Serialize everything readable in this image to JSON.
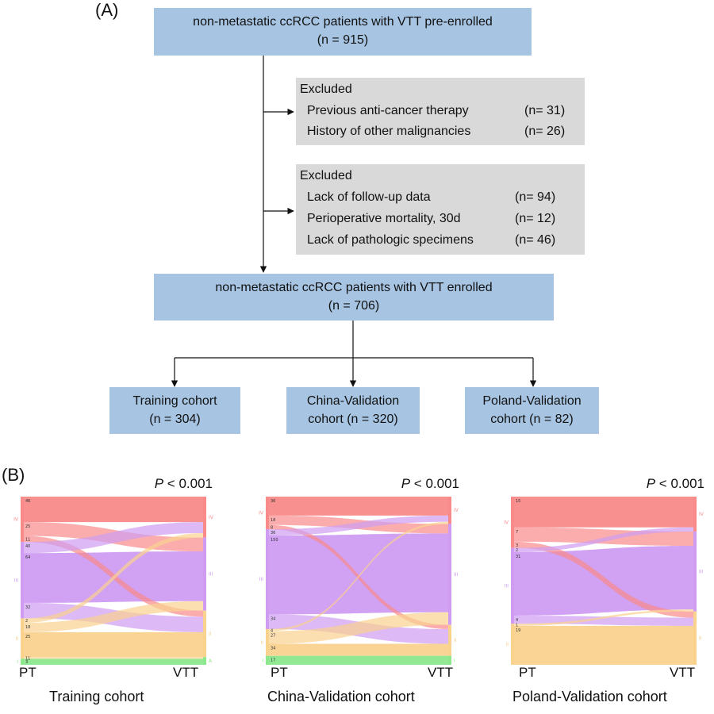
{
  "panel_a": {
    "label": "(A)",
    "top_box": {
      "line1": "non-metastatic ccRCC patients with VTT pre-enrolled",
      "line2": "(n = 915)"
    },
    "excluded1": {
      "title": "Excluded",
      "items": [
        {
          "label": "Previous anti-cancer therapy",
          "count": "(n= 31)"
        },
        {
          "label": "History of other malignancies",
          "count": "(n= 26)"
        }
      ]
    },
    "excluded2": {
      "title": "Excluded",
      "items": [
        {
          "label": "Lack of follow-up data",
          "count": "(n= 94)"
        },
        {
          "label": "Perioperative mortality, 30d",
          "count": "(n= 12)"
        },
        {
          "label": "Lack of pathologic specimens",
          "count": "(n= 46)"
        }
      ]
    },
    "mid_box": {
      "line1": "non-metastatic ccRCC patients with VTT enrolled",
      "line2": "(n = 706)"
    },
    "cohorts": [
      {
        "line1": "Training cohort",
        "line2": "(n = 304)"
      },
      {
        "line1": "China-Validation",
        "line2": "cohort (n = 320)"
      },
      {
        "line1": "Poland-Validation",
        "line2": "cohort (n = 82)"
      }
    ]
  },
  "panel_b": {
    "label": "(B)",
    "p_prefix": "P",
    "p_suffix": " < 0.001",
    "axis_left": "PT",
    "axis_right": "VTT",
    "colors": {
      "IV": "#f98a8a",
      "III": "#cf9cf2",
      "II": "#f9d28e",
      "I": "#8de88d"
    },
    "sankeys": [
      {
        "title": "Training cohort",
        "left_label_values": [
          "46",
          "25",
          "11",
          "40",
          "64",
          "32",
          "2",
          "18",
          "25",
          "11",
          "3"
        ],
        "left": [
          {
            "g": "IV",
            "v": 82
          },
          {
            "g": "III",
            "v": 138
          },
          {
            "g": "II",
            "v": 73
          },
          {
            "g": "I",
            "v": 11
          }
        ],
        "right": [
          {
            "g": "IV",
            "v": 74
          },
          {
            "g": "III",
            "v": 132
          },
          {
            "g": "II",
            "v": 84
          },
          {
            "g": "I",
            "v": 14
          }
        ],
        "right_labels": [
          "IV",
          "III",
          "II",
          "A"
        ],
        "flows": [
          {
            "s": "IV",
            "t": "IV",
            "v": 46
          },
          {
            "s": "IV",
            "t": "III",
            "v": 25
          },
          {
            "s": "IV",
            "t": "II",
            "v": 11
          },
          {
            "s": "III",
            "t": "IV",
            "v": 20
          },
          {
            "s": "III",
            "t": "III",
            "v": 90
          },
          {
            "s": "III",
            "t": "II",
            "v": 28
          },
          {
            "s": "II",
            "t": "IV",
            "v": 8
          },
          {
            "s": "II",
            "t": "III",
            "v": 17
          },
          {
            "s": "II",
            "t": "II",
            "v": 45
          },
          {
            "s": "II",
            "t": "I",
            "v": 3
          },
          {
            "s": "I",
            "t": "I",
            "v": 11
          }
        ]
      },
      {
        "title": "China-Validation cohort",
        "left_label_values": [
          "36",
          "18",
          "8",
          "36",
          "150",
          "34",
          "4",
          "27",
          "34",
          "17"
        ],
        "left": [
          {
            "g": "IV",
            "v": 62
          },
          {
            "g": "III",
            "v": 190
          },
          {
            "g": "II",
            "v": 51
          },
          {
            "g": "I",
            "v": 17
          }
        ],
        "right": [
          {
            "g": "IV",
            "v": 52
          },
          {
            "g": "III",
            "v": 192
          },
          {
            "g": "II",
            "v": 59
          },
          {
            "g": "I",
            "v": 17
          }
        ],
        "right_labels": [
          "IV",
          "III",
          "II",
          "I"
        ],
        "flows": [
          {
            "s": "IV",
            "t": "IV",
            "v": 36
          },
          {
            "s": "IV",
            "t": "III",
            "v": 18
          },
          {
            "s": "IV",
            "t": "II",
            "v": 8
          },
          {
            "s": "III",
            "t": "IV",
            "v": 12
          },
          {
            "s": "III",
            "t": "III",
            "v": 150
          },
          {
            "s": "III",
            "t": "II",
            "v": 28
          },
          {
            "s": "II",
            "t": "IV",
            "v": 4
          },
          {
            "s": "II",
            "t": "III",
            "v": 24
          },
          {
            "s": "II",
            "t": "II",
            "v": 23
          },
          {
            "s": "I",
            "t": "I",
            "v": 17
          }
        ]
      },
      {
        "title": "Poland-Validation cohort",
        "left_label_values": [
          "15",
          "7",
          "3",
          "2",
          "31",
          "4",
          "1",
          "19"
        ],
        "left": [
          {
            "g": "IV",
            "v": 25
          },
          {
            "g": "III",
            "v": 37
          },
          {
            "g": "II",
            "v": 20
          },
          {
            "g": "I",
            "v": 0
          }
        ],
        "right": [
          {
            "g": "IV",
            "v": 17
          },
          {
            "g": "III",
            "v": 39
          },
          {
            "g": "II",
            "v": 26
          },
          {
            "g": "I",
            "v": 0
          }
        ],
        "right_labels": [
          "IV",
          "III",
          "II",
          ""
        ],
        "flows": [
          {
            "s": "IV",
            "t": "IV",
            "v": 15
          },
          {
            "s": "IV",
            "t": "III",
            "v": 7
          },
          {
            "s": "IV",
            "t": "II",
            "v": 3
          },
          {
            "s": "III",
            "t": "IV",
            "v": 2
          },
          {
            "s": "III",
            "t": "III",
            "v": 31
          },
          {
            "s": "III",
            "t": "II",
            "v": 4
          },
          {
            "s": "II",
            "t": "III",
            "v": 1
          },
          {
            "s": "II",
            "t": "II",
            "v": 19
          }
        ]
      }
    ]
  }
}
